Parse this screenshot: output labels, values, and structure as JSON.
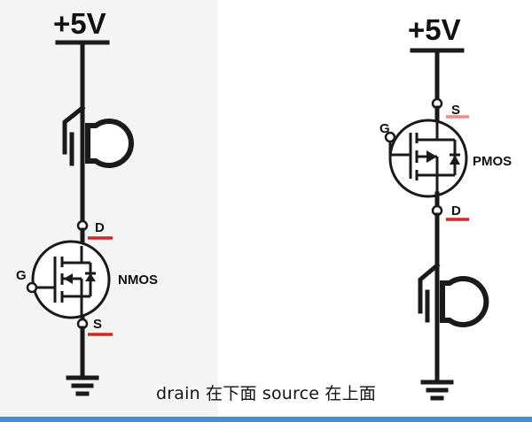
{
  "circuits": {
    "nmos": {
      "supply": "+5V",
      "gate": "G",
      "drain": "D",
      "source": "S",
      "type": "NMOS"
    },
    "pmos": {
      "supply": "+5V",
      "gate": "G",
      "drain": "D",
      "source": "S",
      "type": "PMOS"
    }
  },
  "caption": "drain 在下面 source 在上面",
  "colors": {
    "wire": "#1a1a1a",
    "pin_underline": "#e02020",
    "pin_underline_light": "#f08a8a",
    "left_background": "#f4f4f4",
    "bottom_bar": "#3f8fd9"
  },
  "icons": [
    "nmos-transistor-icon",
    "pmos-transistor-icon",
    "light-bulb-icon",
    "ground-icon"
  ]
}
